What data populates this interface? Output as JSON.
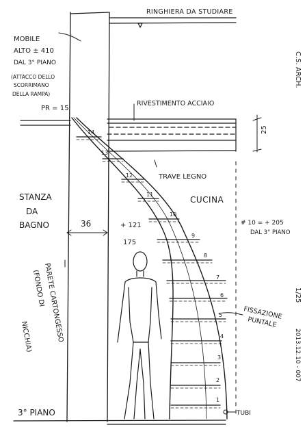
{
  "drawing": {
    "top_label": "RINGHIERA DA STUDIARE",
    "height_note": [
      "MOBILE",
      "ALTO ± 410",
      "DAL 3° PIANO",
      "(ATTACCO DELLO",
      "SCORRIMANO",
      "DELLA RAMPA)"
    ],
    "pr_label": "PR = 15",
    "cladding_label": "RIVESTIMENTO ACCIAIO",
    "cladding_dim": "25",
    "beam_label": "TRAVE LEGNO",
    "kitchen_label": "CUCINA",
    "kitchen_level": [
      "# 10 = + 205",
      "DAL 3° PIANO"
    ],
    "room_label": [
      "STANZA",
      "DA",
      "BAGNO"
    ],
    "dim_36": "36",
    "dim_121": "+ 121",
    "dim_175": "175",
    "wall_note": [
      "PARETE CARTONGESSO",
      "(FONDO DI",
      "NICCHIA)"
    ],
    "fixing_label": [
      "FISSAZIONE",
      "PUNTALE"
    ],
    "floor_label": "3° PIANO",
    "pipes_label": "TUBI",
    "author": "C.S. ARCH.",
    "scale": "1/25",
    "date": "2013.12.10 - 007",
    "steps": [
      "1",
      "2",
      "3",
      "4",
      "5",
      "6",
      "7",
      "8",
      "9",
      "10",
      "11",
      "12",
      "13",
      "14"
    ]
  }
}
